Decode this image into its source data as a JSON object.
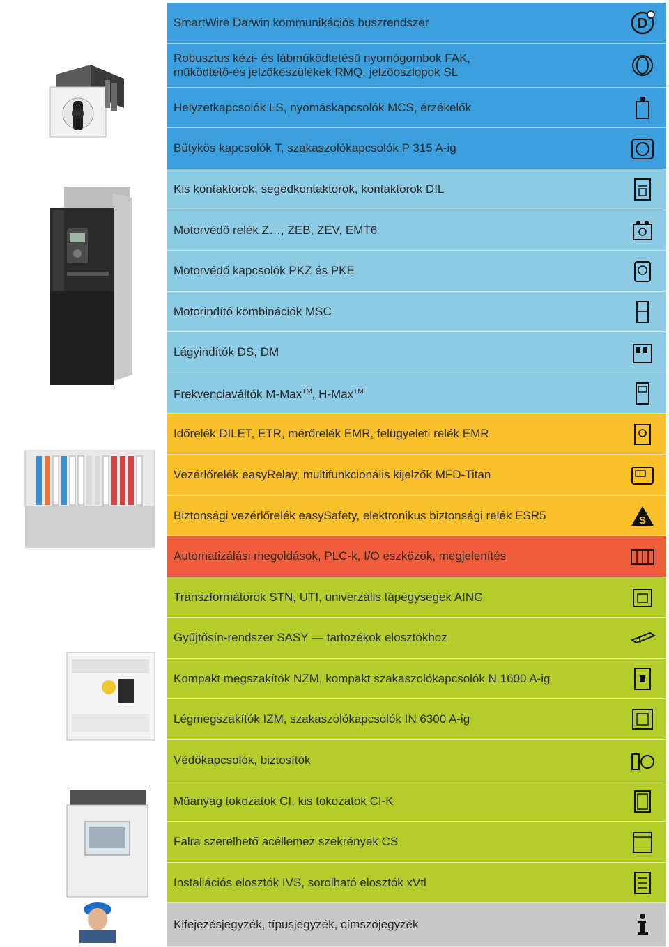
{
  "rows": [
    {
      "label": "SmartWire Darwin kommunikációs buszrendszer",
      "color": "#3a9fdc",
      "icon": "smartwire-d-icon",
      "height": 59
    },
    {
      "label": "Robusztus kézi- és lábműködtetésű nyomógombok FAK,",
      "label2": "működtető-és jelzőkészülékek RMQ, jelzőoszlopok SL",
      "color": "#3a9fdc",
      "icon": "pushbutton-icon",
      "height": 63
    },
    {
      "label": "Helyzetkapcsolók LS, nyomáskapcsolók MCS, érzékelők",
      "color": "#3a9fdc",
      "icon": "position-switch-icon",
      "height": 58
    },
    {
      "label": "Bütykös kapcsolók T, szakaszolókapcsolók P 315 A-ig",
      "color": "#3a9fdc",
      "icon": "cam-switch-icon",
      "height": 59
    },
    {
      "label": "Kis kontaktorok, segédkontaktorok, kontaktorok DIL",
      "color": "#8ccbe3",
      "icon": "contactor-icon",
      "height": 59
    },
    {
      "label": "Motorvédő relék Z…, ZEB, ZEV, EMT6",
      "color": "#8ccbe3",
      "icon": "overload-relay-icon",
      "height": 58
    },
    {
      "label": "Motorvédő kapcsolók PKZ és PKE",
      "color": "#8ccbe3",
      "icon": "motor-protective-switch-icon",
      "height": 59
    },
    {
      "label": "Motorindító kombinációk MSC",
      "color": "#8ccbe3",
      "icon": "motor-starter-icon",
      "height": 58
    },
    {
      "label": "Lágyindítók DS, DM",
      "color": "#8ccbe3",
      "icon": "soft-starter-icon",
      "height": 59
    },
    {
      "label": "Frekvenciaváltók M-Max",
      "label_tm": "TM",
      "label_mid": ", H-Max",
      "label_tm2": "TM",
      "color": "#8ccbe3",
      "icon": "frequency-inverter-icon",
      "height": 58
    },
    {
      "label": "Időrelék DILET, ETR, mérőrelék EMR, felügyeleti relék EMR",
      "color": "#f9c02a",
      "icon": "timing-relay-icon",
      "height": 59
    },
    {
      "label": "Vezérlőrelék easyRelay, multifunkcionális kijelzők MFD-Titan",
      "color": "#f9c02a",
      "icon": "control-relay-icon",
      "height": 59
    },
    {
      "label": "Biztonsági vezérlőrelék easySafety, elektronikus biztonsági relék ESR5",
      "color": "#f9c02a",
      "icon": "safety-relay-icon",
      "height": 58
    },
    {
      "label": "Automatizálási megoldások, PLC-k, I/O eszközök, megjelenítés",
      "color": "#ef5d3b",
      "icon": "plc-icon",
      "height": 59
    },
    {
      "label": "Transzformátorok STN, UTI, univerzális tápegységek AING",
      "color": "#b5cd2a",
      "icon": "transformer-icon",
      "height": 58
    },
    {
      "label": "Gyűjtősín-rendszer SASY — tartozékok elosztókhoz",
      "color": "#b5cd2a",
      "icon": "busbar-icon",
      "height": 59
    },
    {
      "label": "Kompakt megszakítók NZM, kompakt szakaszolókapcsolók N 1600 A-ig",
      "color": "#b5cd2a",
      "icon": "circuit-breaker-icon",
      "height": 58
    },
    {
      "label": "Légmegszakítók IZM, szakaszolókapcsolók IN 6300 A-ig",
      "color": "#b5cd2a",
      "icon": "air-circuit-breaker-icon",
      "height": 59
    },
    {
      "label": "Védőkapcsolók, biztosítók",
      "color": "#b5cd2a",
      "icon": "fuse-icon",
      "height": 59
    },
    {
      "label": "Műanyag tokozatok CI, kis tokozatok CI-K",
      "color": "#b5cd2a",
      "icon": "enclosure-icon",
      "height": 58
    },
    {
      "label": "Falra szerelhető acéllemez szekrények CS",
      "color": "#b5cd2a",
      "icon": "steel-cabinet-icon",
      "height": 59
    },
    {
      "label": "Installációs elosztók IVS, sorolható elosztók xVtl",
      "color": "#b5cd2a",
      "icon": "distribution-board-icon",
      "height": 58
    },
    {
      "label": "Kifejezésjegyzék, típusjegyzék, címszójegyzék",
      "color": "#c8c8c8",
      "icon": "info-icon",
      "height": 63
    }
  ]
}
